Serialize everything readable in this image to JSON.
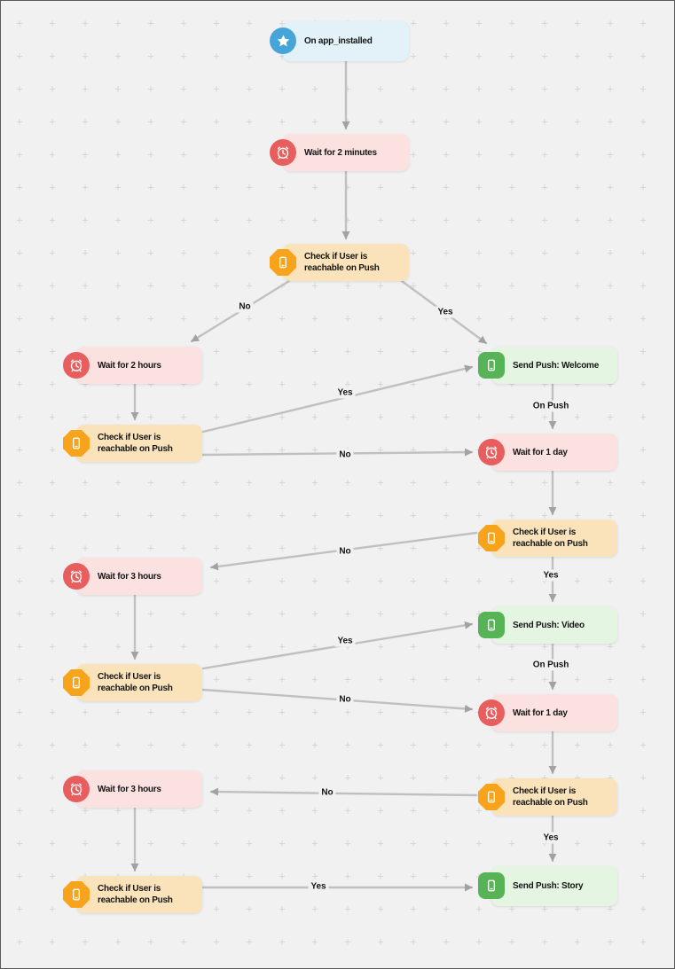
{
  "palette": {
    "canvas_bg": "#f1f1f2",
    "grid_plus": "#d5d5d5",
    "edge_line": "#c0c0c0",
    "arrowhead": "#a2a2a2",
    "trigger_bg": "#e3f1f8",
    "trigger_icon": "#45a5d8",
    "wait_bg": "#fce1e1",
    "wait_icon": "#e85d5d",
    "check_bg": "#fae3ba",
    "check_icon": "#f7a41c",
    "send_bg": "#e4f5e2",
    "send_icon": "#56b456"
  },
  "nodes": [
    {
      "id": "trigger",
      "type": "trigger",
      "icon": "star-icon",
      "label": "On app_installed"
    },
    {
      "id": "wait-2-minutes",
      "type": "wait",
      "icon": "alarm-clock-icon",
      "label": "Wait for 2 minutes"
    },
    {
      "id": "check-push-1",
      "type": "check",
      "icon": "smartphone-icon",
      "label": "Check if User is reachable on Push"
    },
    {
      "id": "wait-2-hours",
      "type": "wait",
      "icon": "alarm-clock-icon",
      "label": "Wait for 2 hours"
    },
    {
      "id": "send-push-welcome",
      "type": "send",
      "icon": "push-notification-icon",
      "label": "Send Push: Welcome"
    },
    {
      "id": "check-push-left-1",
      "type": "check",
      "icon": "smartphone-icon",
      "label": "Check if User is reachable on Push"
    },
    {
      "id": "wait-1-day-1",
      "type": "wait",
      "icon": "alarm-clock-icon",
      "label": "Wait for 1 day"
    },
    {
      "id": "check-push-right-1",
      "type": "check",
      "icon": "smartphone-icon",
      "label": "Check if User is reachable on Push"
    },
    {
      "id": "wait-3-hours-1",
      "type": "wait",
      "icon": "alarm-clock-icon",
      "label": "Wait for 3 hours"
    },
    {
      "id": "send-push-video",
      "type": "send",
      "icon": "push-notification-icon",
      "label": "Send Push: Video"
    },
    {
      "id": "check-push-left-2",
      "type": "check",
      "icon": "smartphone-icon",
      "label": "Check if User is reachable on Push"
    },
    {
      "id": "wait-1-day-2",
      "type": "wait",
      "icon": "alarm-clock-icon",
      "label": "Wait for 1 day"
    },
    {
      "id": "wait-3-hours-2",
      "type": "wait",
      "icon": "alarm-clock-icon",
      "label": "Wait for 3 hours"
    },
    {
      "id": "check-push-right-2",
      "type": "check",
      "icon": "smartphone-icon",
      "label": "Check if User is reachable on Push"
    },
    {
      "id": "check-push-left-3",
      "type": "check",
      "icon": "smartphone-icon",
      "label": "Check if User is reachable on Push"
    },
    {
      "id": "send-push-story",
      "type": "send",
      "icon": "push-notification-icon",
      "label": "Send Push: Story"
    }
  ],
  "edges": [
    {
      "from": "trigger",
      "to": "wait-2-minutes",
      "label": ""
    },
    {
      "from": "wait-2-minutes",
      "to": "check-push-1",
      "label": ""
    },
    {
      "from": "check-push-1",
      "to": "wait-2-hours",
      "label": "No"
    },
    {
      "from": "check-push-1",
      "to": "send-push-welcome",
      "label": "Yes"
    },
    {
      "from": "wait-2-hours",
      "to": "check-push-left-1",
      "label": ""
    },
    {
      "from": "check-push-left-1",
      "to": "send-push-welcome",
      "label": "Yes"
    },
    {
      "from": "check-push-left-1",
      "to": "wait-1-day-1",
      "label": "No"
    },
    {
      "from": "send-push-welcome",
      "to": "wait-1-day-1",
      "label": "On Push"
    },
    {
      "from": "wait-1-day-1",
      "to": "check-push-right-1",
      "label": ""
    },
    {
      "from": "check-push-right-1",
      "to": "wait-3-hours-1",
      "label": "No"
    },
    {
      "from": "check-push-right-1",
      "to": "send-push-video",
      "label": "Yes"
    },
    {
      "from": "wait-3-hours-1",
      "to": "check-push-left-2",
      "label": ""
    },
    {
      "from": "check-push-left-2",
      "to": "send-push-video",
      "label": "Yes"
    },
    {
      "from": "send-push-video",
      "to": "wait-1-day-2",
      "label": "On Push"
    },
    {
      "from": "check-push-left-2",
      "to": "wait-1-day-2",
      "label": "No"
    },
    {
      "from": "wait-1-day-2",
      "to": "check-push-right-2",
      "label": ""
    },
    {
      "from": "check-push-right-2",
      "to": "wait-3-hours-2",
      "label": "No"
    },
    {
      "from": "check-push-right-2",
      "to": "send-push-story",
      "label": "Yes"
    },
    {
      "from": "wait-3-hours-2",
      "to": "check-push-left-3",
      "label": ""
    },
    {
      "from": "check-push-left-3",
      "to": "send-push-story",
      "label": "Yes"
    }
  ]
}
